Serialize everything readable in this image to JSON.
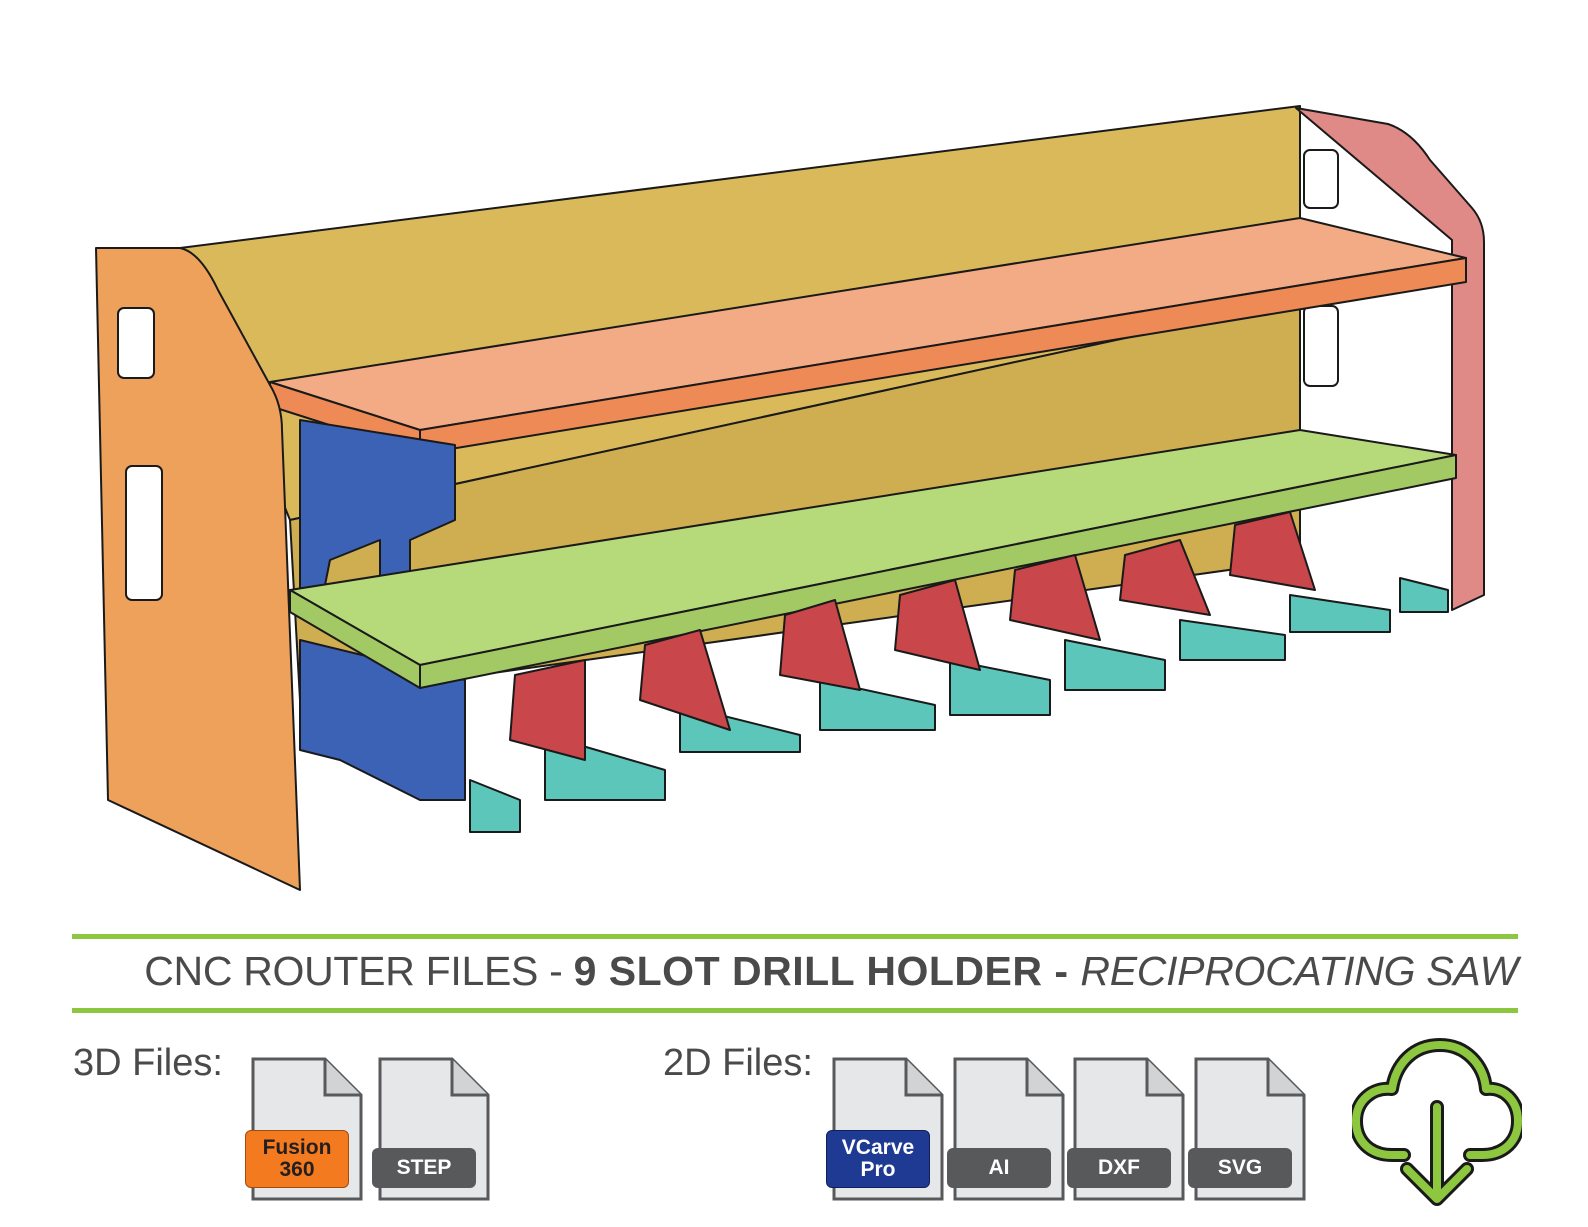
{
  "title": {
    "prefix": "CNC ROUTER FILES - ",
    "bold": "9 SLOT DRILL HOLDER - ",
    "italic": "RECIPROCATING SAW"
  },
  "sections": {
    "files_3d_label": "3D Files:",
    "files_2d_label": "2D Files:"
  },
  "files_3d": [
    {
      "line1": "Fusion",
      "line2": "360",
      "icon": "fusion-360-file-icon",
      "color": "#f47a20"
    },
    {
      "line1": "STEP",
      "line2": "",
      "icon": "step-file-icon",
      "color": "#58595b"
    }
  ],
  "files_2d": [
    {
      "line1": "VCarve",
      "line2": "Pro",
      "icon": "vcarve-pro-file-icon",
      "color": "#1f3a93"
    },
    {
      "line1": "AI",
      "line2": "",
      "icon": "ai-file-icon",
      "color": "#58595b"
    },
    {
      "line1": "DXF",
      "line2": "",
      "icon": "dxf-file-icon",
      "color": "#58595b"
    },
    {
      "line1": "SVG",
      "line2": "",
      "icon": "svg-file-icon",
      "color": "#58595b"
    }
  ],
  "colors": {
    "accent_green": "#8dc63f",
    "side_panel_left": "#eda15a",
    "side_panel_right": "#e08a88",
    "back_panel": "#d9b95a",
    "top_shelf": "#f2ab84",
    "bottom_shelf": "#b6d97a",
    "divider_blue": "#3b62b4",
    "slot_support_red": "#c9464a",
    "slot_base_teal": "#5cc6bb"
  },
  "icons": {
    "model": "drill-holder-3d-model",
    "download": "cloud-download-icon"
  }
}
